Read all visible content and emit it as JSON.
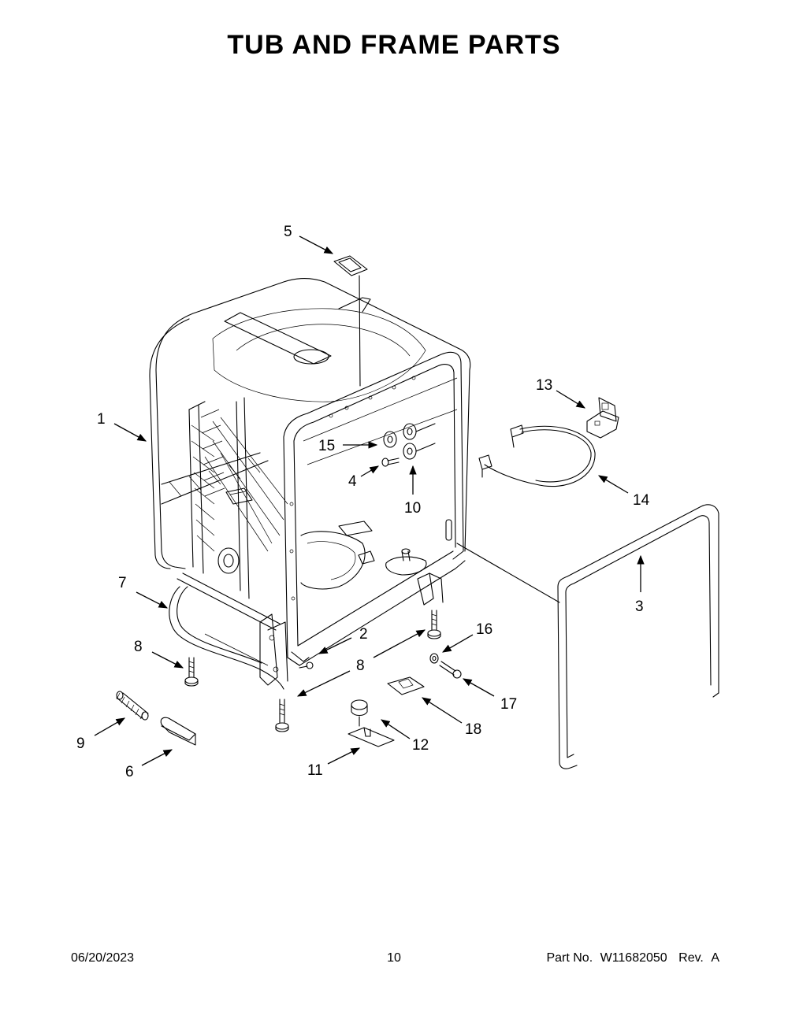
{
  "page": {
    "title": "TUB AND FRAME PARTS"
  },
  "footer": {
    "date": "06/20/2023",
    "page_number": "10",
    "part_no_label": "Part No.",
    "part_no": "W11682050",
    "rev_label": "Rev.",
    "rev": "A"
  },
  "callouts": {
    "c1": "1",
    "c2": "2",
    "c3": "3",
    "c4": "4",
    "c5": "5",
    "c6": "6",
    "c7": "7",
    "c8a": "8",
    "c8b": "8",
    "c9": "9",
    "c10": "10",
    "c11": "11",
    "c12": "12",
    "c13": "13",
    "c14": "14",
    "c15": "15",
    "c16": "16",
    "c17": "17",
    "c18": "18"
  }
}
